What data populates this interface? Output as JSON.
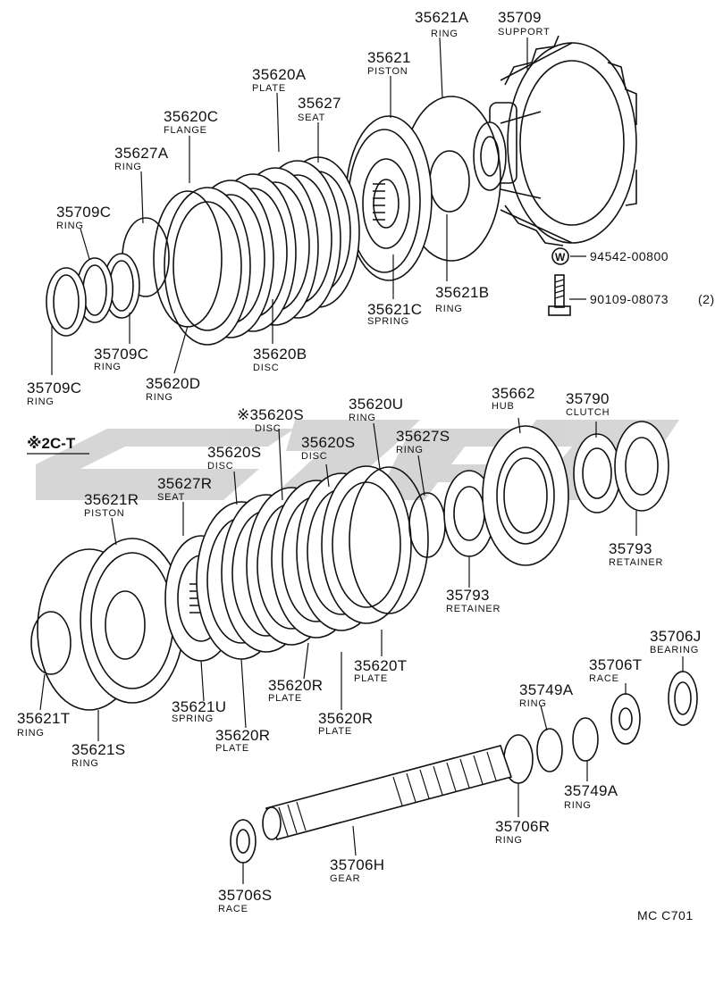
{
  "watermark": {
    "color": "#b4b4b4"
  },
  "section": {
    "label": "※2C-T"
  },
  "drawing_code": "MC  C701",
  "fasteners": [
    {
      "part": "94542-00800",
      "qty": ""
    },
    {
      "part": "90109-08073",
      "qty": "(2)"
    }
  ],
  "washer_symbol": "W",
  "callouts": [
    {
      "part": "35709",
      "name": "SUPPORT"
    },
    {
      "part": "35621A",
      "name": "RING"
    },
    {
      "part": "35621",
      "name": "PISTON"
    },
    {
      "part": "35620A",
      "name": "PLATE"
    },
    {
      "part": "35627",
      "name": "SEAT"
    },
    {
      "part": "35620C",
      "name": "FLANGE"
    },
    {
      "part": "35627A",
      "name": "RING"
    },
    {
      "part": "35709C",
      "name": "RING"
    },
    {
      "part": "35621B",
      "name": "RING"
    },
    {
      "part": "35621C",
      "name": "SPRING"
    },
    {
      "part": "35620B",
      "name": "DISC"
    },
    {
      "part": "35709C",
      "name": "RING"
    },
    {
      "part": "35709C",
      "name": "RING"
    },
    {
      "part": "35620D",
      "name": "RING"
    },
    {
      "part": "35662",
      "name": "HUB"
    },
    {
      "part": "35790",
      "name": "CLUTCH"
    },
    {
      "part": "35620U",
      "name": "RING"
    },
    {
      "part": "※35620S",
      "name": "DISC"
    },
    {
      "part": "35627S",
      "name": "RING"
    },
    {
      "part": "35620S",
      "name": "DISC"
    },
    {
      "part": "35620S",
      "name": "DISC"
    },
    {
      "part": "35627R",
      "name": "SEAT"
    },
    {
      "part": "35621R",
      "name": "PISTON"
    },
    {
      "part": "35793",
      "name": "RETAINER"
    },
    {
      "part": "35793",
      "name": "RETAINER"
    },
    {
      "part": "35706J",
      "name": "BEARING"
    },
    {
      "part": "35706T",
      "name": "RACE"
    },
    {
      "part": "35749A",
      "name": "RING"
    },
    {
      "part": "35620T",
      "name": "PLATE"
    },
    {
      "part": "35620R",
      "name": "PLATE"
    },
    {
      "part": "35620R",
      "name": "PLATE"
    },
    {
      "part": "35621U",
      "name": "SPRING"
    },
    {
      "part": "35620R",
      "name": "PLATE"
    },
    {
      "part": "35621T",
      "name": "RING"
    },
    {
      "part": "35621S",
      "name": "RING"
    },
    {
      "part": "35749A",
      "name": "RING"
    },
    {
      "part": "35706R",
      "name": "RING"
    },
    {
      "part": "35706H",
      "name": "GEAR"
    },
    {
      "part": "35706S",
      "name": "RACE"
    }
  ]
}
